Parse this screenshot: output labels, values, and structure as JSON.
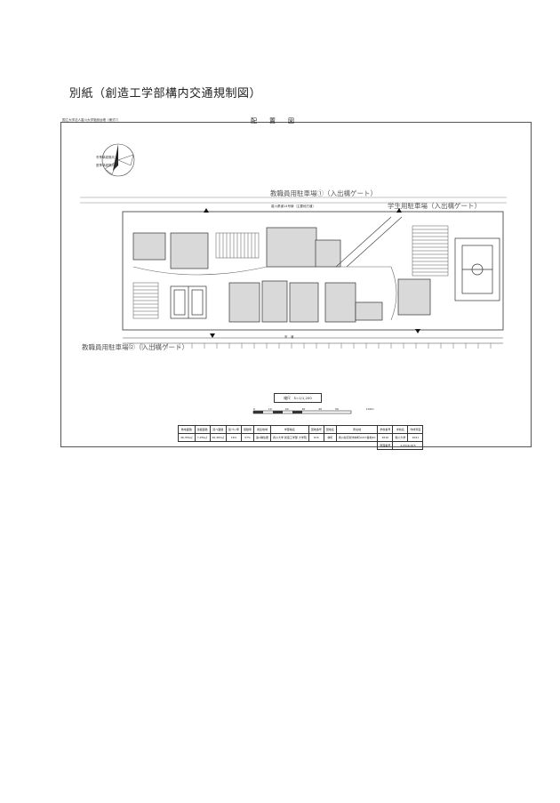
{
  "page": {
    "heading": "別紙（創造工学部構内交通規制図）"
  },
  "sheet": {
    "corner_note": "国立大学法人香川大学施設台帳（様式7）",
    "title": "配　　置　　図",
    "north_labels": [
      "冬季卓越風向",
      "夏季卓越風向"
    ],
    "road_text": "香川県道14号線（主要地方道）",
    "road_bottom": "市　道",
    "scale_text": "縮尺　S=1/1,200",
    "scale_ticks": [
      "0",
      "10",
      "20",
      "30",
      "40",
      "50",
      "",
      "100m"
    ]
  },
  "labels": {
    "parking1": "教職員用駐車場①（入出構ゲート）",
    "student_parking": "学生用駐車場（入出構ゲート）",
    "parking2": "教職員用駐車場②（入出構ゲート）"
  },
  "table": {
    "headers": [
      "敷地面積",
      "建築面積",
      "延べ面積",
      "建ぺい率",
      "容積率",
      "用途地域",
      "学部等名",
      "団地番号",
      "団地名",
      "所在地",
      "学校番号",
      "学校名",
      "作成年度"
    ],
    "values": [
      "46,356㎡",
      "7,259㎡",
      "26,383㎡",
      "16%",
      "57%",
      "第1種住居",
      "香川大学 創造工学部 大学院",
      "615",
      "林町",
      "香川県高松市林町2217番地20",
      "6516",
      "香川大学",
      "2021"
    ],
    "footer_label": "整理番号",
    "footer_value": "2-0516-615"
  }
}
